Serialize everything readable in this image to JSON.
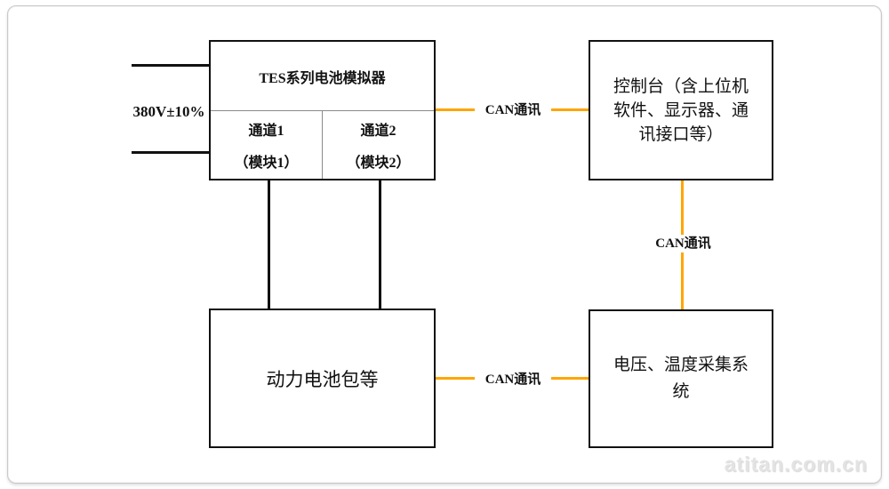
{
  "colors": {
    "connector_orange": "#FFA500",
    "connector_black": "#111111"
  },
  "diagram": {
    "power_input_label": "380V±10%",
    "simulator_box": {
      "title": "TES系列电池模拟器",
      "channel1_line1": "通道1",
      "channel1_line2": "（模块1）",
      "channel2_line1": "通道2",
      "channel2_line2": "（模块2）"
    },
    "console_box": {
      "lines": [
        "控制台（含上位机",
        "软件、显示器、通",
        "讯接口等）"
      ]
    },
    "battery_box": {
      "label": "动力电池包等"
    },
    "acquisition_box": {
      "lines": [
        "电压、温度采集系",
        "统"
      ]
    },
    "can_label_top": "CAN通讯",
    "can_label_right": "CAN通讯",
    "can_label_bottom": "CAN通讯"
  },
  "watermark": "atitan.com.cn"
}
